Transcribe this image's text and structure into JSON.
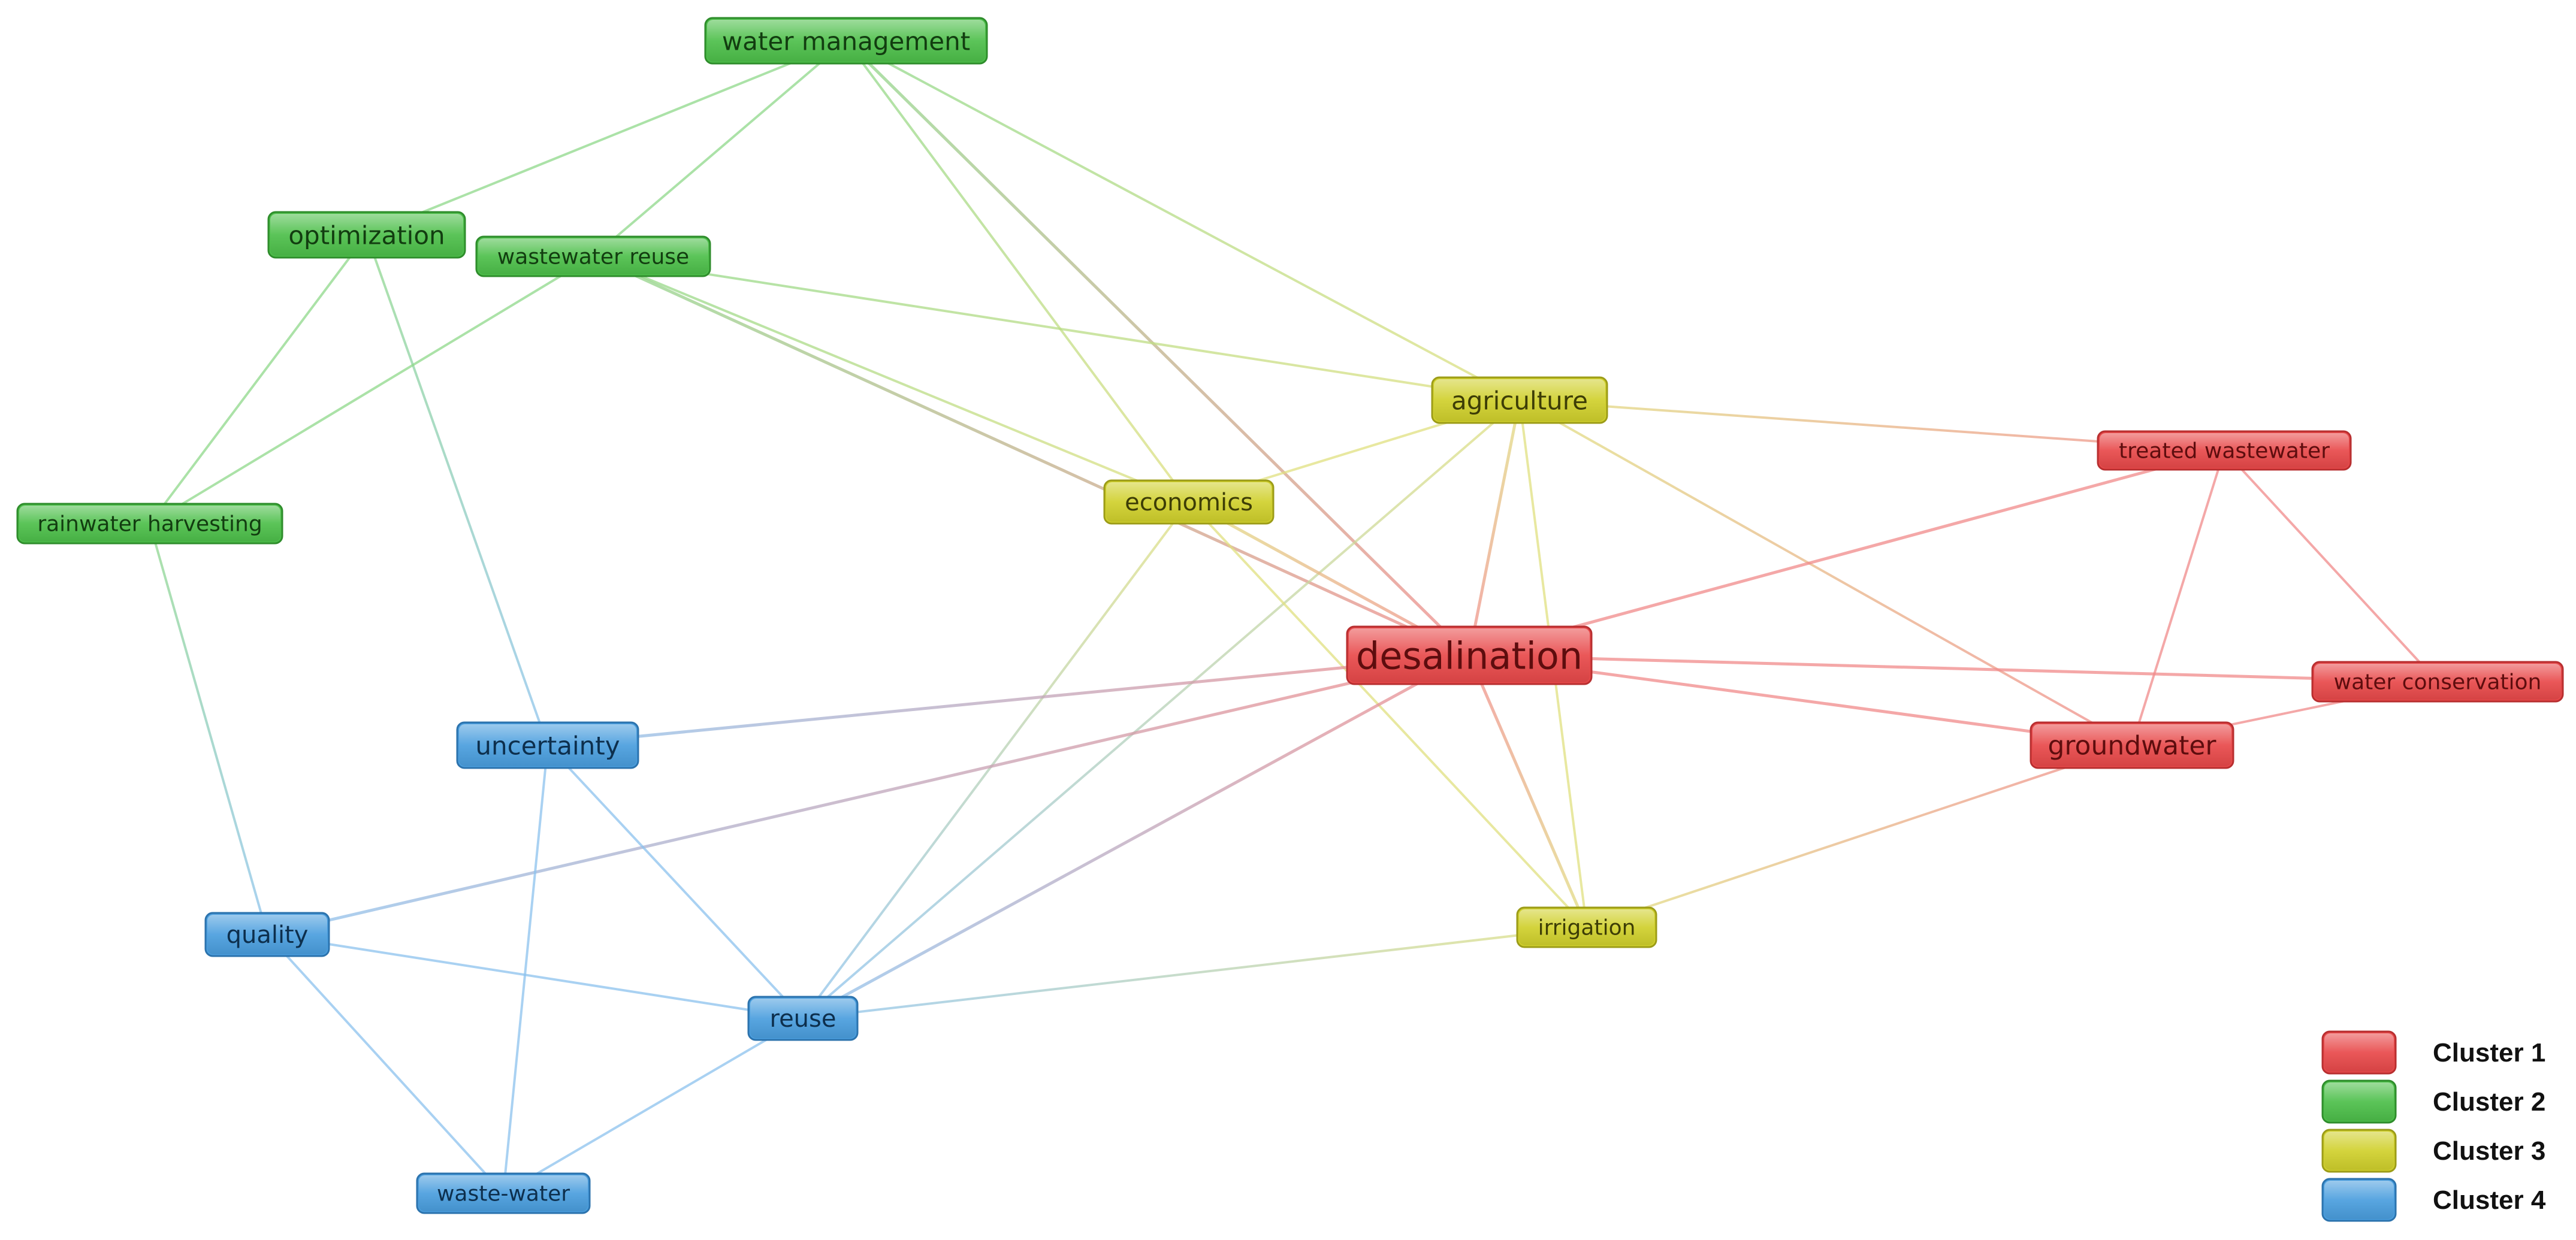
{
  "network": {
    "nodes": [
      {
        "id": "water_management",
        "label": "water management",
        "cluster": 2
      },
      {
        "id": "optimization",
        "label": "optimization",
        "cluster": 2
      },
      {
        "id": "wastewater_reuse",
        "label": "wastewater reuse",
        "cluster": 2
      },
      {
        "id": "rainwater_harvesting",
        "label": "rainwater harvesting",
        "cluster": 2
      },
      {
        "id": "agriculture",
        "label": "agriculture",
        "cluster": 3
      },
      {
        "id": "economics",
        "label": "economics",
        "cluster": 3
      },
      {
        "id": "irrigation",
        "label": "irrigation",
        "cluster": 3
      },
      {
        "id": "desalination",
        "label": "desalination",
        "cluster": 1
      },
      {
        "id": "treated_wastewater",
        "label": "treated wastewater",
        "cluster": 1
      },
      {
        "id": "water_conservation",
        "label": "water conservation",
        "cluster": 1
      },
      {
        "id": "groundwater",
        "label": "groundwater",
        "cluster": 1
      },
      {
        "id": "uncertainty",
        "label": "uncertainty",
        "cluster": 4
      },
      {
        "id": "quality",
        "label": "quality",
        "cluster": 4
      },
      {
        "id": "reuse",
        "label": "reuse",
        "cluster": 4
      },
      {
        "id": "waste_water",
        "label": "waste-water",
        "cluster": 4
      }
    ],
    "links": [
      [
        "water_management",
        "optimization"
      ],
      [
        "water_management",
        "wastewater_reuse"
      ],
      [
        "water_management",
        "desalination"
      ],
      [
        "water_management",
        "economics"
      ],
      [
        "water_management",
        "agriculture"
      ],
      [
        "optimization",
        "rainwater_harvesting"
      ],
      [
        "optimization",
        "uncertainty"
      ],
      [
        "wastewater_reuse",
        "rainwater_harvesting"
      ],
      [
        "wastewater_reuse",
        "agriculture"
      ],
      [
        "wastewater_reuse",
        "economics"
      ],
      [
        "wastewater_reuse",
        "desalination"
      ],
      [
        "rainwater_harvesting",
        "quality"
      ],
      [
        "agriculture",
        "economics"
      ],
      [
        "agriculture",
        "treated_wastewater"
      ],
      [
        "agriculture",
        "desalination"
      ],
      [
        "agriculture",
        "irrigation"
      ],
      [
        "agriculture",
        "groundwater"
      ],
      [
        "agriculture",
        "reuse"
      ],
      [
        "economics",
        "desalination"
      ],
      [
        "economics",
        "irrigation"
      ],
      [
        "economics",
        "reuse"
      ],
      [
        "desalination",
        "treated_wastewater"
      ],
      [
        "desalination",
        "water_conservation"
      ],
      [
        "desalination",
        "groundwater"
      ],
      [
        "desalination",
        "irrigation"
      ],
      [
        "desalination",
        "uncertainty"
      ],
      [
        "desalination",
        "quality"
      ],
      [
        "desalination",
        "reuse"
      ],
      [
        "treated_wastewater",
        "groundwater"
      ],
      [
        "treated_wastewater",
        "water_conservation"
      ],
      [
        "groundwater",
        "water_conservation"
      ],
      [
        "groundwater",
        "irrigation"
      ],
      [
        "irrigation",
        "reuse"
      ],
      [
        "uncertainty",
        "reuse"
      ],
      [
        "uncertainty",
        "waste_water"
      ],
      [
        "quality",
        "reuse"
      ],
      [
        "quality",
        "waste_water"
      ],
      [
        "reuse",
        "waste_water"
      ]
    ]
  },
  "legend": [
    {
      "cluster": 1,
      "label": "Cluster 1"
    },
    {
      "cluster": 2,
      "label": "Cluster 2"
    },
    {
      "cluster": 3,
      "label": "Cluster 3"
    },
    {
      "cluster": 4,
      "label": "Cluster 4"
    }
  ],
  "colors": {
    "1": {
      "fill": "#e8494a",
      "stroke": "#b82f30",
      "text": "#5e0d0e",
      "link": "#f08a8a"
    },
    "2": {
      "fill": "#4dbf4a",
      "stroke": "#2f8d2c",
      "text": "#123d10",
      "link": "#8fd88a"
    },
    "3": {
      "fill": "#d0d02c",
      "stroke": "#9c9c18",
      "text": "#3d3d06",
      "link": "#e0e080"
    },
    "4": {
      "fill": "#4a9ede",
      "stroke": "#2c73ad",
      "text": "#0d2f4d",
      "link": "#8cc2ee"
    }
  }
}
